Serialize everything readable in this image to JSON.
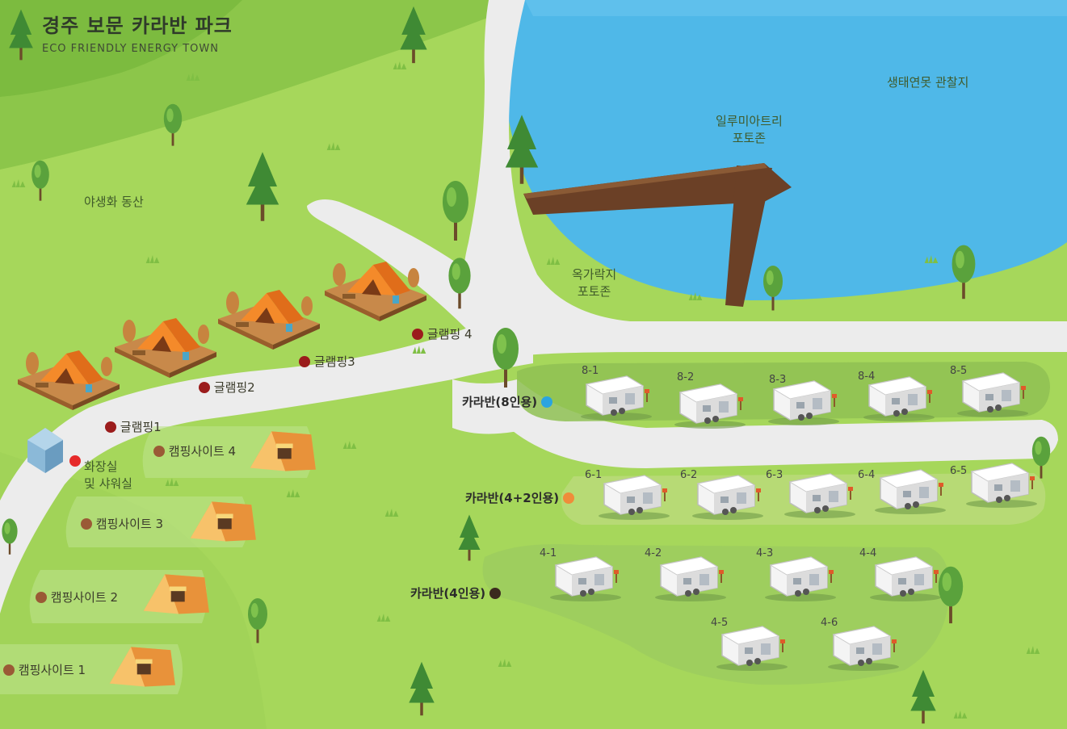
{
  "title": "경주 보문 카라반 파크",
  "subtitle": "ECO FRIENDLY ENERGY TOWN",
  "areas": {
    "wildflower": "야생화 동산",
    "pond": "생태연못 관찰지",
    "illumination": [
      "일루미아트리",
      "포토존"
    ],
    "rooftop": [
      "옥가락지",
      "포토존"
    ]
  },
  "glamping": [
    "글램핑1",
    "글램핑2",
    "글램핑3",
    "글램핑 4"
  ],
  "campsites": [
    "캠핑사이트 1",
    "캠핑사이트 2",
    "캠핑사이트 3",
    "캠핑사이트 4"
  ],
  "restroom": [
    "화장실",
    "및 샤워실"
  ],
  "caravan_groups": {
    "eight": {
      "label": "카라반(8인용)",
      "color": "#2aa4e0",
      "sites": [
        "8-1",
        "8-2",
        "8-3",
        "8-4",
        "8-5"
      ]
    },
    "six": {
      "label": "카라반(4+2인용)",
      "color": "#ef8c3a",
      "sites": [
        "6-1",
        "6-2",
        "6-3",
        "6-4",
        "6-5"
      ]
    },
    "four": {
      "label": "카라반(4인용)",
      "color": "#3b2a1e",
      "sites": [
        "4-1",
        "4-2",
        "4-3",
        "4-4",
        "4-5",
        "4-6"
      ]
    }
  },
  "colors": {
    "glamping_dot": "#9b1c1c",
    "campsite_dot": "#9a5a36",
    "restroom_dot": "#e62a2a",
    "water": "#4fb8e8",
    "grass": "#a6d75b",
    "road": "#ececec"
  }
}
